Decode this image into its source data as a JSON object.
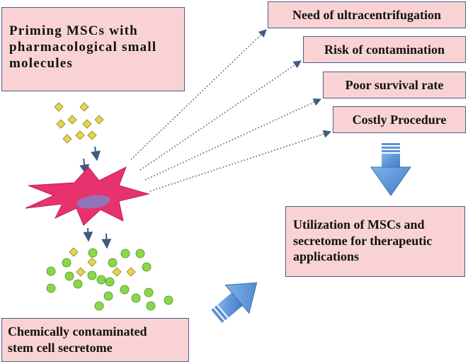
{
  "boxes": {
    "priming": {
      "line1": "Priming MSCs with",
      "line2": "pharmacological small",
      "line3": "molecules"
    },
    "need_ultracentrifugation": "Need of ultracentrifugation",
    "risk_contamination": "Risk of contamination",
    "poor_survival": "Poor survival rate",
    "costly_procedure": "Costly Procedure",
    "utilization": {
      "line1": "Utilization of MSCs and",
      "line2": "secretome for therapeutic",
      "line3": "applications"
    },
    "chemically_contaminated": {
      "line1": "Chemically contaminated",
      "line2": "stem cell secretome"
    }
  },
  "colors": {
    "box_fill": "#f9d3d3",
    "box_border": "#4a5d8a",
    "cell_fill": "#e8326e",
    "nucleus_fill": "#8a7ac0",
    "diamond_fill": "#e6d54a",
    "secretome_fill": "#8ad84a",
    "block_arrow_fill": "#5b93d3",
    "dotted_arrow": "#3e5a82"
  },
  "icons": {
    "small_molecule": "diamond-icon",
    "secretome_particle": "circle-icon",
    "stem_cell": "star-cell-icon"
  }
}
